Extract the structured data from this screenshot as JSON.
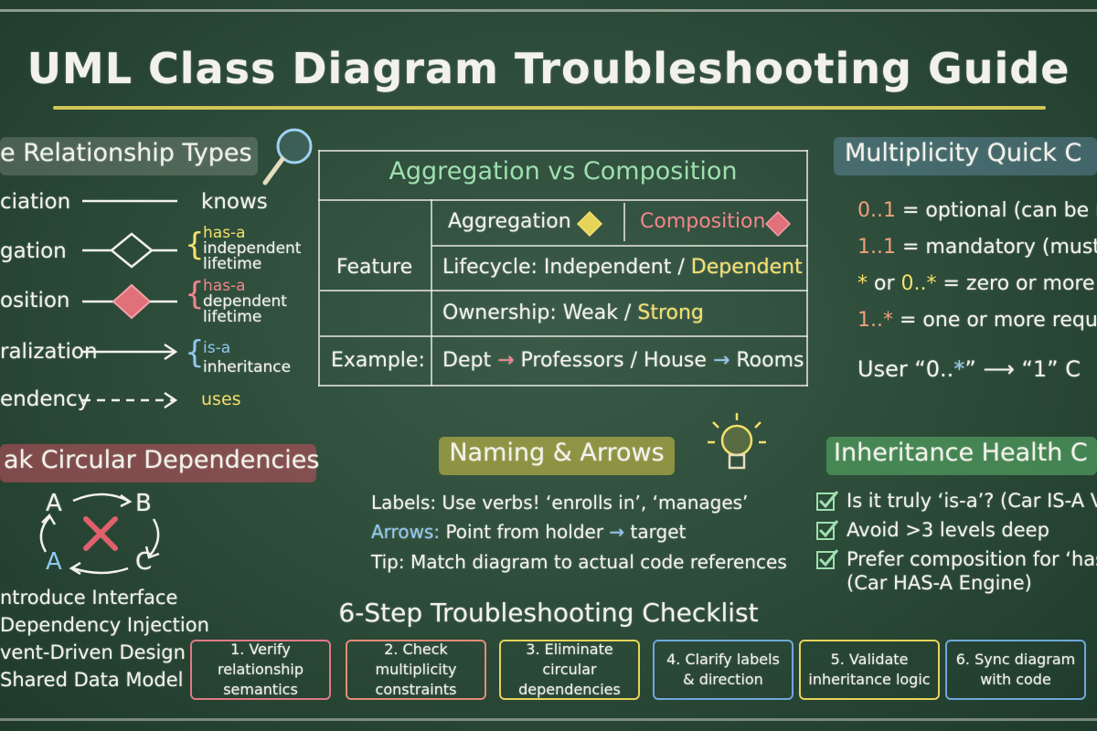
{
  "title": "UML Class Diagram Troubleshooting Guide",
  "relationship_types": {
    "heading": "e Relationship Types",
    "rows": [
      {
        "name": "ciation",
        "desc": "knows"
      },
      {
        "name": "gation",
        "desc_title": "has-a",
        "desc_l1": "independent",
        "desc_l2": "lifetime"
      },
      {
        "name": "osition",
        "desc_title": "has-a",
        "desc_l1": "dependent",
        "desc_l2": "lifetime"
      },
      {
        "name": "ralization",
        "desc_title": "is-a",
        "desc_l1": "inheritance"
      },
      {
        "name": "endency",
        "desc": "uses"
      }
    ]
  },
  "agg_vs_comp": {
    "heading": "Aggregation vs Composition",
    "col_agg": "Aggregation",
    "col_comp": "Composition",
    "feature_label": "Feature",
    "lifecycle_prefix": "Lifecycle: Independent /",
    "lifecycle_comp": "Dependent",
    "ownership_prefix": "Ownership: Weak /",
    "ownership_comp": "Strong",
    "example_label": "Example:",
    "example_dept": "Dept",
    "example_prof": "Professors / House",
    "example_rooms": "Rooms"
  },
  "multiplicity": {
    "heading": "Multiplicity Quick C",
    "rows": [
      {
        "code": "0..1",
        "text": "= optional (can be nu"
      },
      {
        "code": "1..1",
        "text": "= mandatory (must e"
      },
      {
        "code_a": "*",
        "mid": "or",
        "code_b": "0..*",
        "text": "= zero or more"
      },
      {
        "code": "1..*",
        "text": "= one or more requi"
      }
    ],
    "example_user": "User",
    "example_q1": "“0..",
    "example_star": "*",
    "example_q1_end": "”",
    "example_q2": "“1”",
    "example_tail": "C"
  },
  "circular": {
    "heading": "ak Circular Dependencies",
    "nodes": [
      "A",
      "B",
      "A",
      "C"
    ],
    "items": [
      "ntroduce Interface",
      "Dependency Injection",
      "vent-Driven Design",
      "Shared Data Model"
    ]
  },
  "naming": {
    "heading": "Naming & Arrows",
    "labels_line": "Labels: Use verbs! ‘enrolls in’, ‘manages’",
    "arrows_key": "Arrows:",
    "arrows_text": "Point from holder",
    "arrows_target": "target",
    "tip_line": "Tip: Match diagram to actual code references"
  },
  "inheritance": {
    "heading": "Inheritance Health C",
    "items": [
      "Is it truly ‘is-a’? (Car IS-A V",
      "Avoid >3 levels deep",
      "Prefer composition for ‘has-"
    ],
    "item3_cont": "(Car HAS-A Engine)"
  },
  "checklist": {
    "heading": "6-Step Troubleshooting Checklist",
    "steps": [
      {
        "l1": "1. Verify relationship",
        "l2": "semantics",
        "color": "#e07a86"
      },
      {
        "l1": "2. Check multiplicity",
        "l2": "constraints",
        "color": "#e38a7a"
      },
      {
        "l1": "3. Eliminate circular",
        "l2": "dependencies",
        "color": "#e6d45a"
      },
      {
        "l1": "4. Clarify labels",
        "l2": "& direction",
        "color": "#6fa8dc"
      },
      {
        "l1": "5. Validate",
        "l2": "inheritance logic",
        "color": "#e6d45a"
      },
      {
        "l1": "6. Sync diagram",
        "l2": "with code",
        "color": "#6fa8dc"
      }
    ]
  },
  "colors": {
    "yellow": "#f4e06a",
    "pink": "#f2868c",
    "blue": "#8fc8f0",
    "green_hl": "#4f9a5a",
    "red_hl": "#c2505c"
  },
  "icons": [
    "magnifier-icon",
    "lightbulb-icon",
    "checkbox-icon",
    "x-mark-icon"
  ]
}
